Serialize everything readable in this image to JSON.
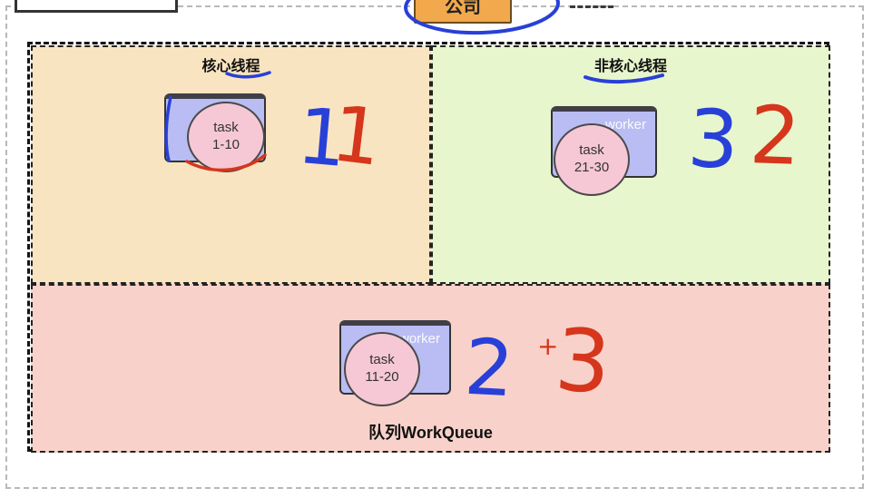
{
  "company": {
    "label": "公司"
  },
  "regions": {
    "core": {
      "title": "核心线程",
      "task_word": "task",
      "task_range": "1-10"
    },
    "noncore": {
      "title": "非核心线程",
      "worker_label": "worker",
      "task_word": "task",
      "task_range": "21-30"
    },
    "queue": {
      "title": "队列WorkQueue",
      "worker_label": "worker",
      "task_word": "task",
      "task_range": "11-20"
    }
  },
  "annotations": {
    "core_blue": "1",
    "core_red": "1",
    "noncore_blue": "3",
    "noncore_red": "2",
    "queue_blue": "2",
    "queue_plus": "+",
    "queue_red": "3"
  },
  "colors": {
    "pen-blue": "#2840d8",
    "pen-red": "#d5361c",
    "company-fill": "#f2a84c",
    "core-fill": "#f9e4c1",
    "noncore-fill": "#e7f6cd",
    "queue-fill": "#f8d2ca",
    "worker-fill": "#b9bdf3",
    "task-fill": "#f6c8d5"
  }
}
